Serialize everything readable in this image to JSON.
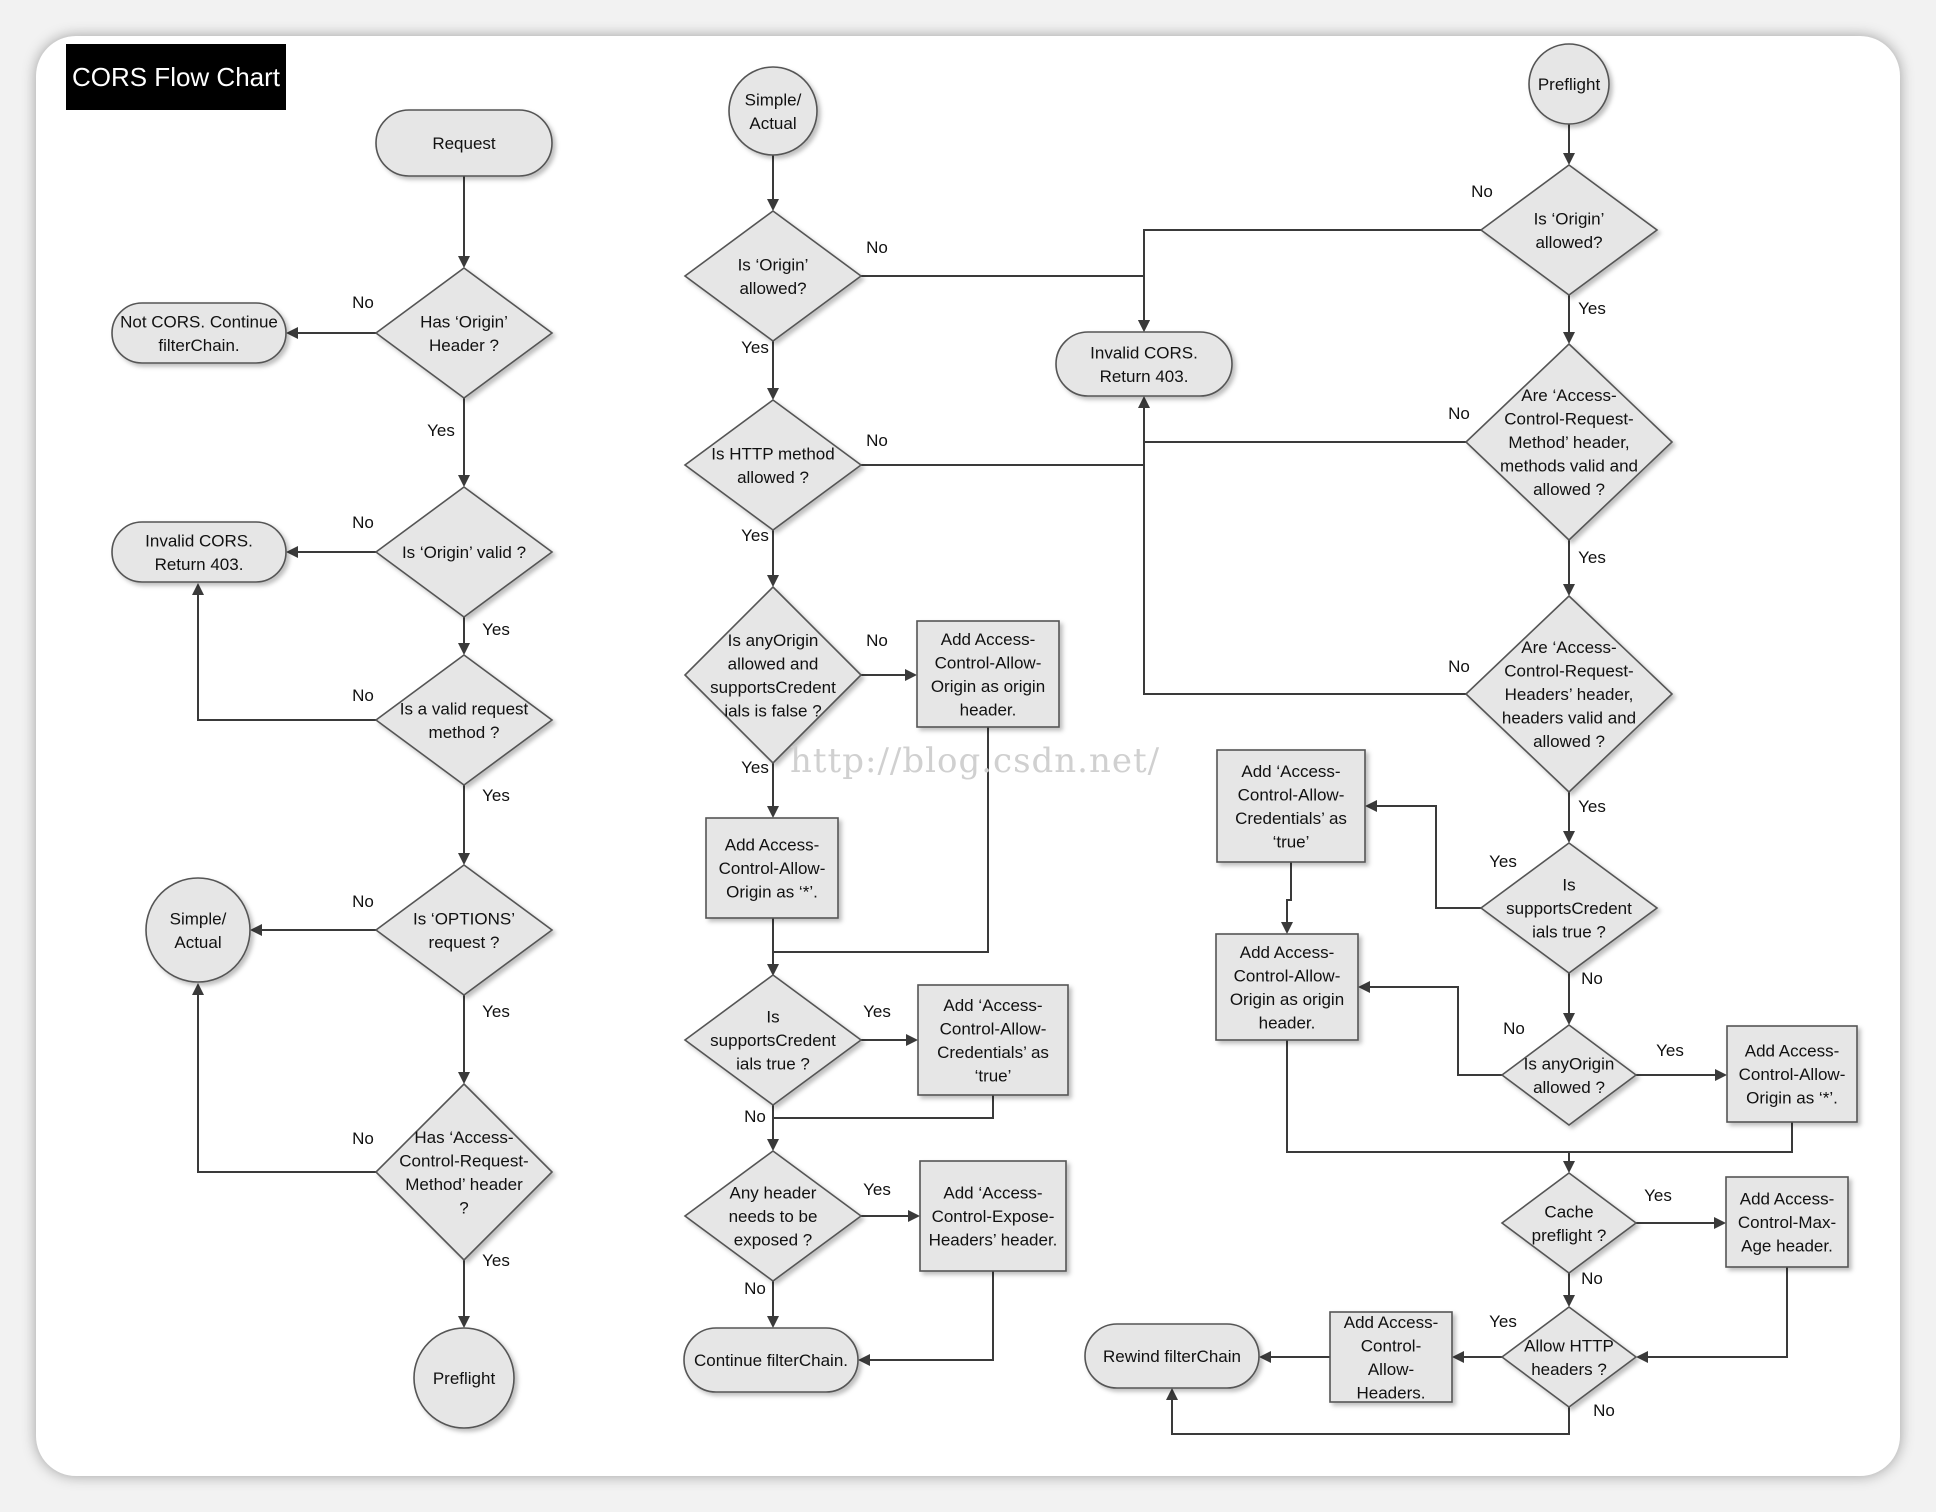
{
  "title": "CORS Flow Chart",
  "watermark": "http://blog.csdn.net/",
  "nodes": {
    "request": [
      "Request"
    ],
    "has_origin": [
      "Has ‘Origin’",
      "Header ?"
    ],
    "not_cors": [
      "Not CORS. Continue",
      "filterChain."
    ],
    "origin_valid": [
      "Is ‘Origin’ valid ?"
    ],
    "invalid_left": [
      "Invalid CORS.",
      "Return 403."
    ],
    "valid_method": [
      "Is a valid request",
      "method ?"
    ],
    "options_req": [
      "Is ‘OPTIONS’",
      "request ?"
    ],
    "simple_left": [
      "Simple/",
      "Actual"
    ],
    "has_acrm": [
      "Has ‘Access-",
      "Control-Request-",
      "Method’ header",
      "?"
    ],
    "preflight_left": [
      "Preflight"
    ],
    "simple_top": [
      "Simple/",
      "Actual"
    ],
    "s_origin_allowed": [
      "Is ‘Origin’",
      "allowed?"
    ],
    "s_method_allowed": [
      "Is HTTP method",
      "allowed ?"
    ],
    "s_anyorigin": [
      "Is anyOrigin",
      "allowed and",
      "supportsCredent",
      "ials is false ?"
    ],
    "s_add_origin_header": [
      "Add Access-",
      "Control-Allow-",
      "Origin as origin",
      "header."
    ],
    "s_add_origin_star": [
      "Add Access-",
      "Control-Allow-",
      "Origin as ‘*’."
    ],
    "s_supports_cred": [
      "Is",
      "supportsCredent",
      "ials true ?"
    ],
    "s_add_cred": [
      "Add ‘Access-",
      "Control-Allow-",
      "Credentials’ as",
      "‘true’"
    ],
    "s_expose": [
      "Any header",
      "needs to be",
      "exposed ?"
    ],
    "s_add_expose": [
      "Add ‘Access-",
      "Control-Expose-",
      "Headers’ header."
    ],
    "s_continue": [
      "Continue filterChain."
    ],
    "invalid_mid": [
      "Invalid CORS.",
      "Return 403."
    ],
    "preflight_top": [
      "Preflight"
    ],
    "p_origin_allowed": [
      "Is ‘Origin’",
      "allowed?"
    ],
    "p_acrm": [
      "Are ‘Access-",
      "Control-Request-",
      "Method’ header,",
      "methods  valid and",
      "allowed ?"
    ],
    "p_acrh": [
      "Are ‘Access-",
      "Control-Request-",
      "Headers’ header,",
      "headers valid and",
      "allowed ?"
    ],
    "p_supports_cred": [
      "Is",
      "supportsCredent",
      "ials true ?"
    ],
    "p_add_cred": [
      "Add ‘Access-",
      "Control-Allow-",
      "Credentials’ as",
      "‘true’"
    ],
    "p_add_origin_header": [
      "Add Access-",
      "Control-Allow-",
      "Origin as origin",
      "header."
    ],
    "p_anyorigin": [
      "Is anyOrigin",
      "allowed  ?"
    ],
    "p_add_origin_star": [
      "Add Access-",
      "Control-Allow-",
      "Origin as ‘*’."
    ],
    "p_cache": [
      "Cache",
      "preflight ?"
    ],
    "p_add_maxage": [
      "Add Access-",
      "Control-Max-",
      "Age header."
    ],
    "p_allow_headers": [
      "Allow HTTP",
      "headers ?"
    ],
    "p_add_allow_headers": [
      "Add Access-",
      "Control-",
      "Allow-",
      "Headers."
    ],
    "p_rewind": [
      "Rewind filterChain"
    ]
  },
  "edge_labels": {
    "yes": "Yes",
    "no": "No"
  }
}
